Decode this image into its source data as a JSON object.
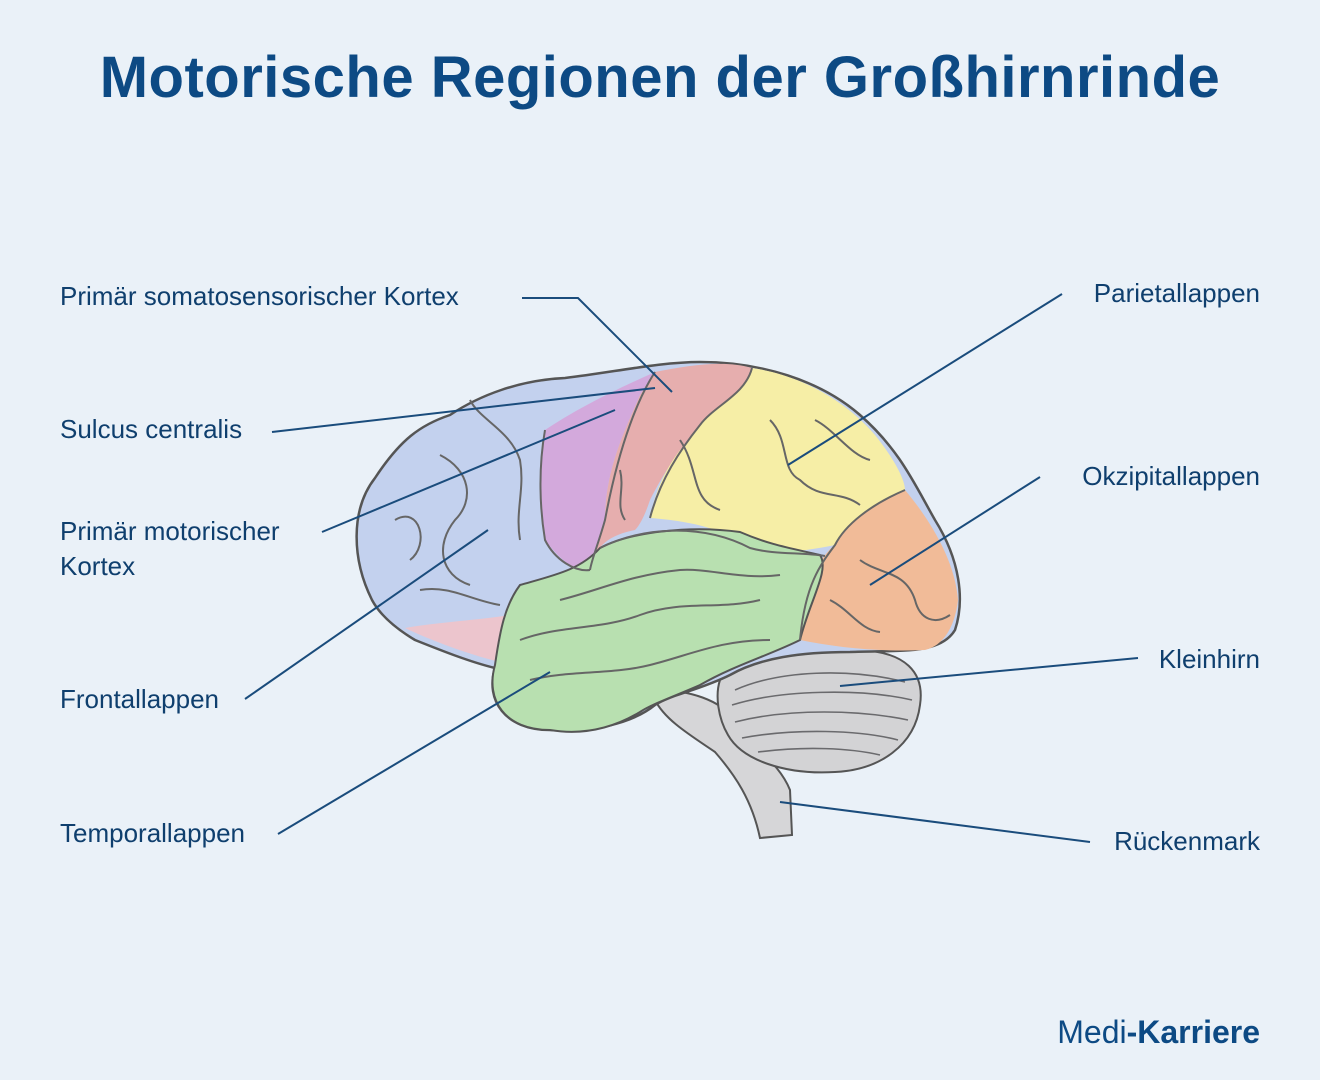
{
  "title": "Motorische Regionen der Großhirnrinde",
  "labels": {
    "primary_somatosensory": "Primär somatosensorischer Kortex",
    "sulcus_centralis": "Sulcus centralis",
    "primary_motor_line1": "Primär motorischer",
    "primary_motor_line2": "Kortex",
    "frontal": "Frontallappen",
    "temporal": "Temporallappen",
    "parietal": "Parietallappen",
    "occipital": "Okzipitallappen",
    "cerebellum": "Kleinhirn",
    "spinal_cord": "Rückenmark"
  },
  "brand": {
    "part1": "Medi",
    "separator": "-",
    "part2": "Karriere"
  },
  "colors": {
    "background": "#eaf1f8",
    "title": "#0d4a84",
    "frontal": "#c3d1ee",
    "motor": "#d3a9dc",
    "somatosensory": "#e6aeae",
    "parietal": "#f6eea6",
    "occipital": "#f1bb98",
    "temporal": "#b8e0b0",
    "orbital": "#ecc5cd",
    "cerebellum": "#d3d3d5",
    "leader_line": "#1a4c7c"
  }
}
